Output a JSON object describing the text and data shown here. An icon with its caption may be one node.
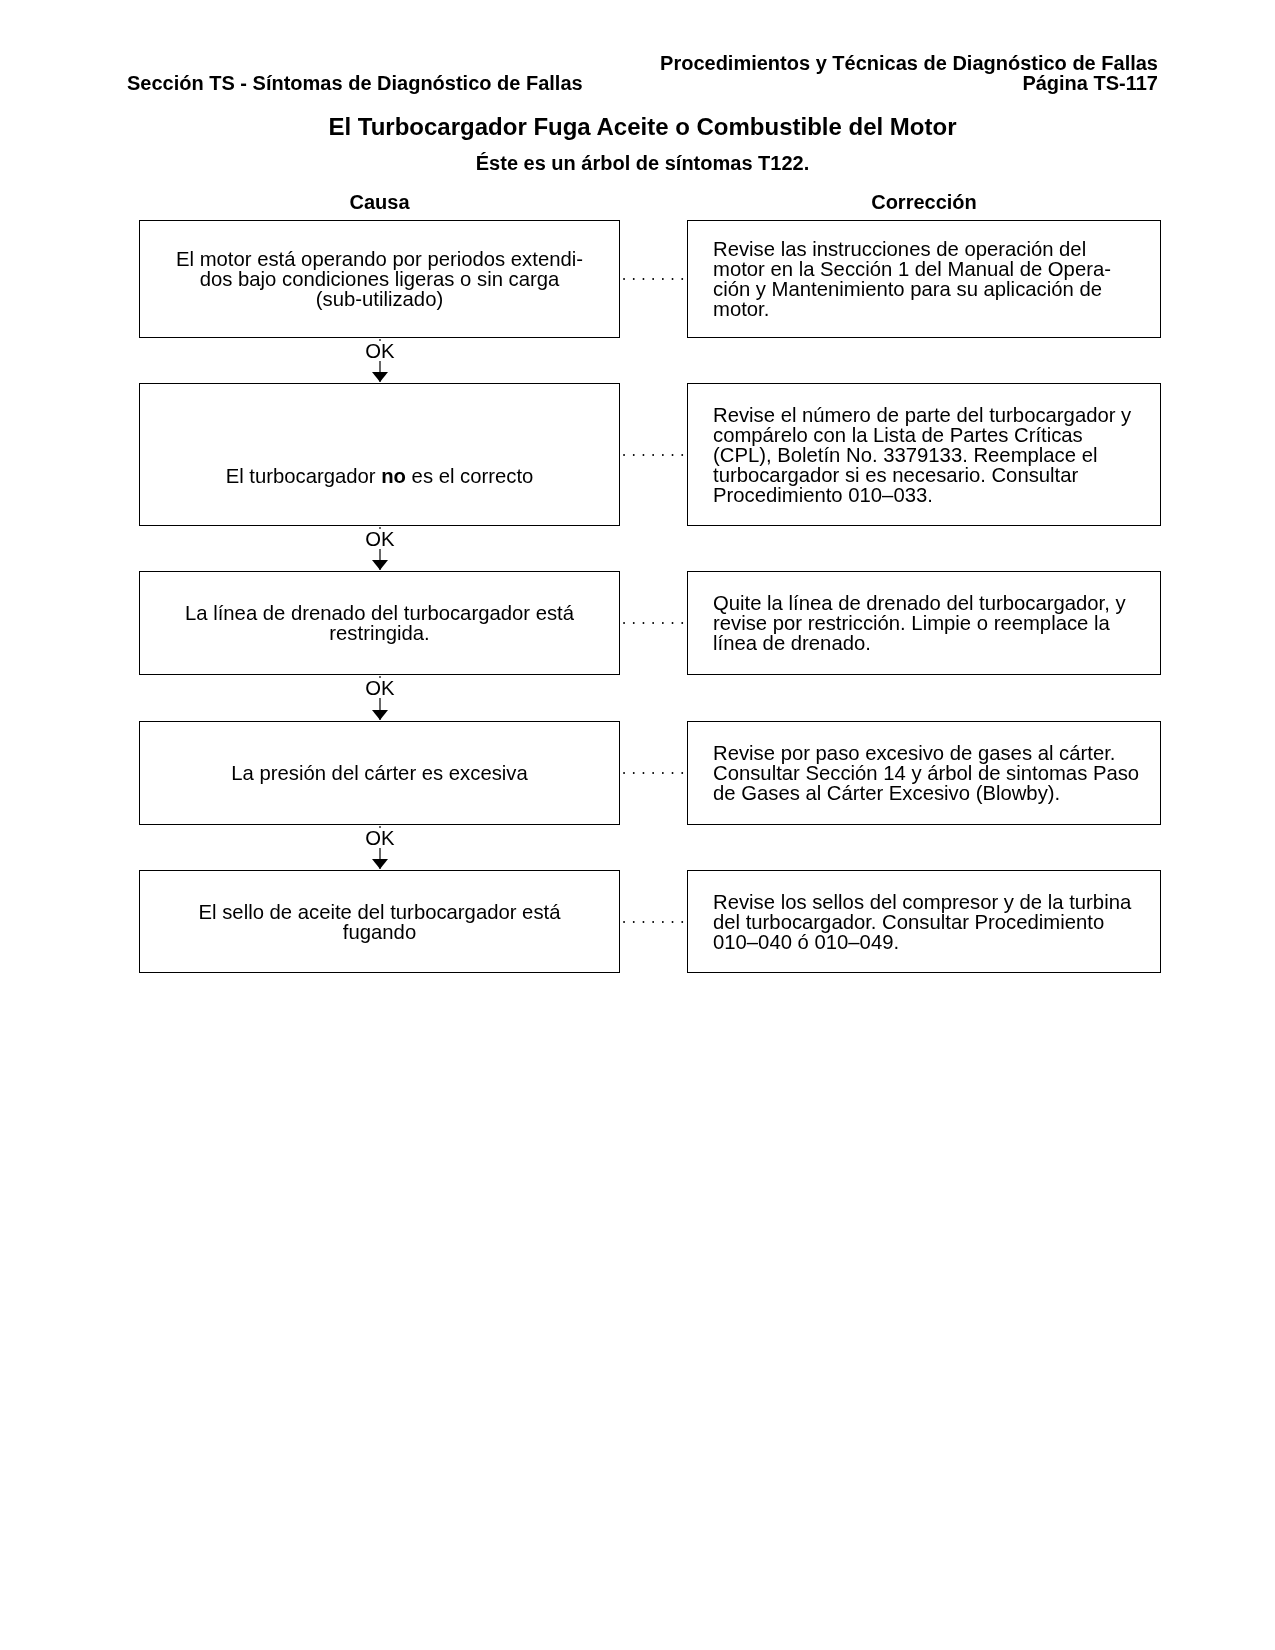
{
  "diagram": {
    "title": "El Turbocargador Fuga Aceite o Combustible del Motor",
    "nodes": [
      {
        "text": [
          "El motor está operando por periodos extendi- dos bajo condiciones ligeras o sin carga (sub-utilizado)"
        ]
      },
      {
        "text": [
          "Revise las instrucciones de operación del motor en la Sección 1 del Manual de Opera- ción y Mantenimiento para su aplicación de motor."
        ]
      },
      {
        "text": [
          "El turbocargador **no** es el correcto"
        ]
      },
      {
        "text": [
          "Revise el número de parte del turbocargador y compárelo con la Lista de Partes Críticas (CPL), Boletín No. 3379133. Reemplace el turbocargador si es necesario. Consultar Procedimiento 010–033."
        ]
      },
      {
        "text": [
          "La línea de drenado del turbocargador está restringida."
        ]
      },
      {
        "text": [
          "Quite la línea de drenado del turbocargador, y revise por restricción. Limpie o reemplace la línea de drenado."
        ]
      },
      {
        "text": [
          "La presión del cárter es excesiva"
        ]
      },
      {
        "text": [
          "Revise por paso excesivo de gases al cárter. Consultar Sección 14 y árbol de sintomas Paso de Gases al Cárter Excesivo (Blowby)."
        ]
      },
      {
        "text": [
          "El sello de aceite del turbocargador está fugando"
        ]
      },
      {
        "text": [
          "Revise los sellos del compresor y de la turbina del turbocargador. Consultar Procedimiento 010–040 ó 010–049."
        ]
      }
    ],
    "edges": [
      {
        "from": 0,
        "to": 1,
        "arrow": "none",
        "style": "dashed"
      },
      {
        "from": 0,
        "to": 2,
        "arrow": "to",
        "label": "OK"
      },
      {
        "from": 2,
        "to": 3,
        "arrow": "none",
        "style": "dashed"
      },
      {
        "from": 2,
        "to": 4,
        "arrow": "to",
        "label": "OK"
      },
      {
        "from": 4,
        "to": 5,
        "arrow": "none",
        "style": "dashed"
      },
      {
        "from": 4,
        "to": 6,
        "arrow": "to",
        "label": "OK"
      },
      {
        "from": 6,
        "to": 7,
        "arrow": "none",
        "style": "dashed"
      },
      {
        "from": 6,
        "to": 8,
        "arrow": "to",
        "label": "OK"
      },
      {
        "from": 8,
        "to": 9,
        "arrow": "none",
        "style": "dashed"
      }
    ],
    "labels": [
      "Procedimientos y Técnicas de Diagnóstico de Fallas",
      "Sección TS - Síntomas de Diagnóstico de Fallas",
      "Página TS-117",
      "Éste es un árbol de síntomas T122.",
      "Causa",
      "Corrección"
    ]
  }
}
